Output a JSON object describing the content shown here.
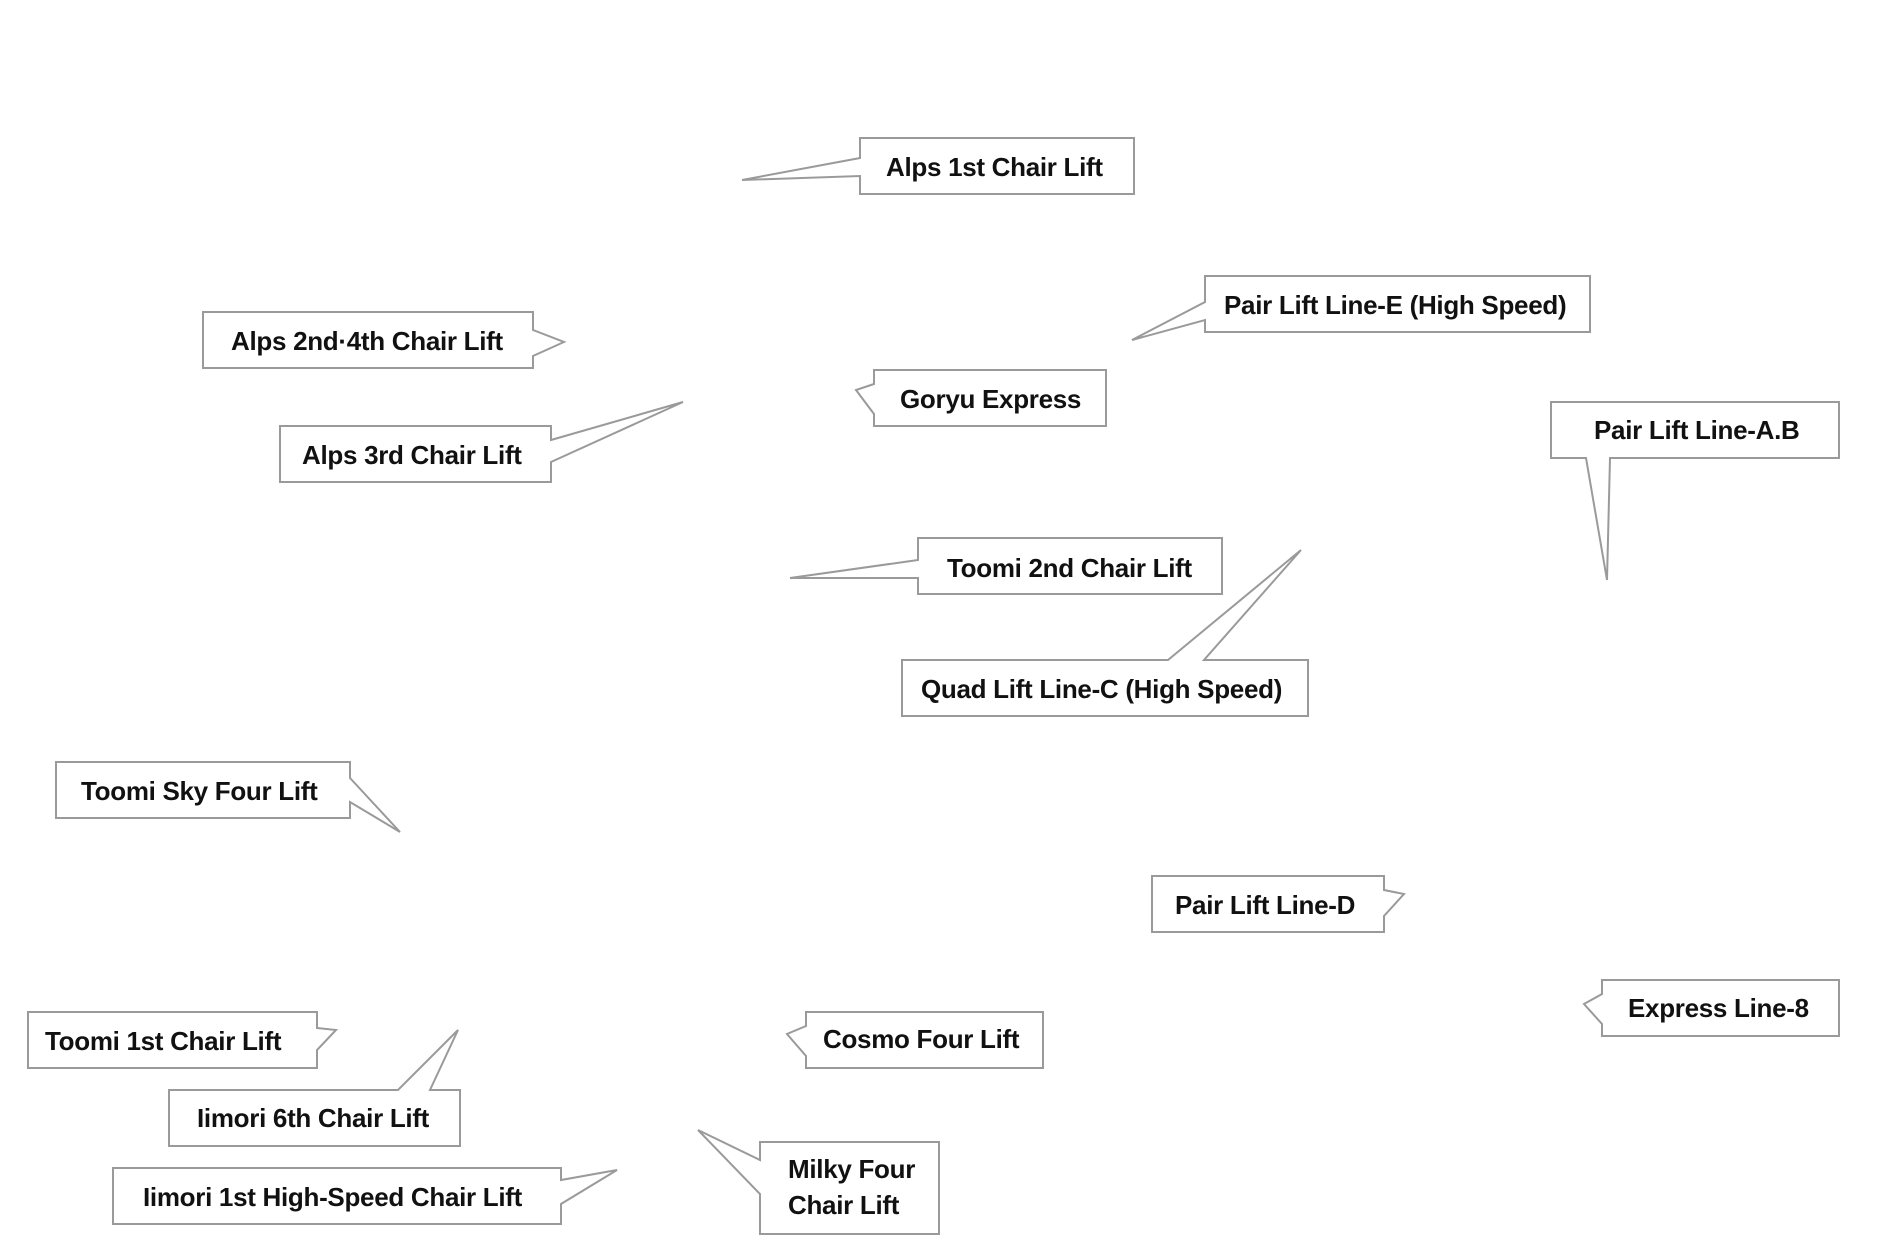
{
  "map": {
    "labels": [
      {
        "id": "alps-1st",
        "lines": [
          "Alps 1st Chair Lift"
        ]
      },
      {
        "id": "pair-e",
        "lines": [
          "Pair Lift Line-E (High Speed)"
        ]
      },
      {
        "id": "alps-2nd-4th",
        "lines": [
          "Alps 2nd·4th Chair Lift"
        ]
      },
      {
        "id": "goryu",
        "lines": [
          "Goryu Express"
        ]
      },
      {
        "id": "pair-ab",
        "lines": [
          "Pair Lift Line-A.B"
        ]
      },
      {
        "id": "alps-3rd",
        "lines": [
          "Alps 3rd Chair Lift"
        ]
      },
      {
        "id": "toomi-2nd",
        "lines": [
          "Toomi 2nd Chair Lift"
        ]
      },
      {
        "id": "quad-c",
        "lines": [
          "Quad Lift Line-C (High Speed)"
        ]
      },
      {
        "id": "toomi-sky",
        "lines": [
          "Toomi Sky Four Lift"
        ]
      },
      {
        "id": "pair-d",
        "lines": [
          "Pair Lift Line-D"
        ]
      },
      {
        "id": "express-8",
        "lines": [
          "Express Line-8"
        ]
      },
      {
        "id": "toomi-1st",
        "lines": [
          "Toomi 1st Chair Lift"
        ]
      },
      {
        "id": "cosmo",
        "lines": [
          "Cosmo Four Lift"
        ]
      },
      {
        "id": "iimori-6th",
        "lines": [
          "Iimori 6th Chair Lift"
        ]
      },
      {
        "id": "milky",
        "lines": [
          "Milky Four",
          "Chair Lift"
        ]
      },
      {
        "id": "iimori-1st",
        "lines": [
          "Iimori 1st High-Speed Chair Lift"
        ]
      }
    ]
  },
  "colors": {
    "border": "#9a9a9a",
    "text": "#111111",
    "background": "#ffffff"
  }
}
